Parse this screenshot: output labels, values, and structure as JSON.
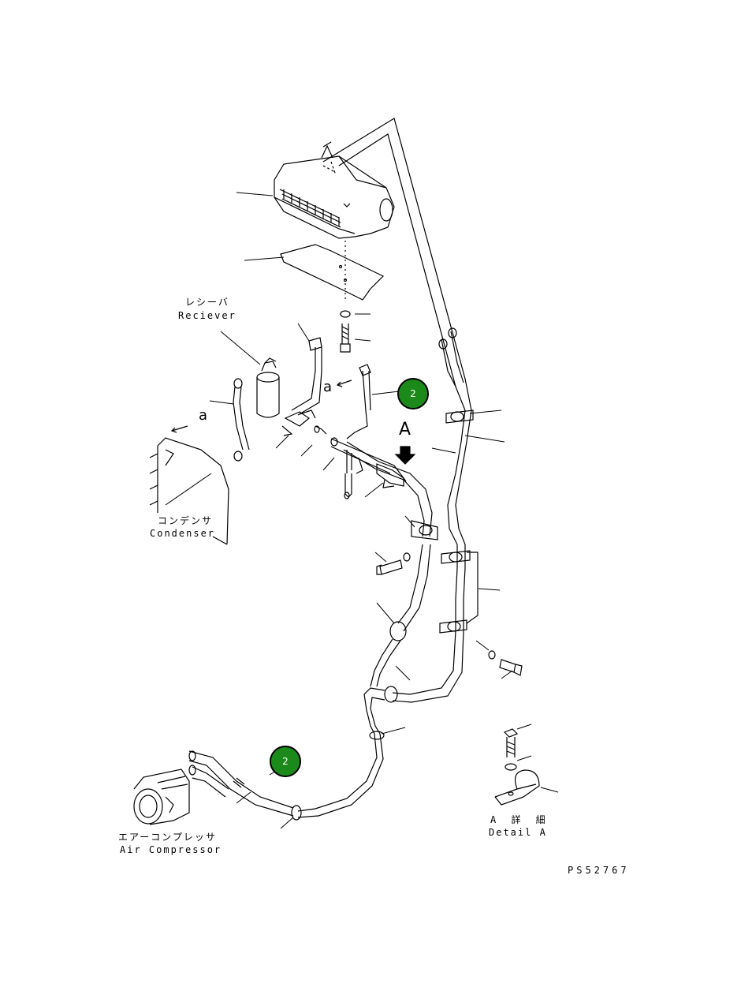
{
  "labels": {
    "receiver_jp": "レシーバ",
    "receiver_en": "Reciever",
    "condenser_jp": "コンデンサ",
    "condenser_en": "Condenser",
    "compressor_jp": "エアーコンプレッサ",
    "compressor_en": "Air Compressor",
    "detail_jp": "A 詳 細",
    "detail_en": "Detail A",
    "view_a": "A",
    "marker_a1": "a",
    "marker_a2": "a",
    "drawing_ref": "PS52767"
  },
  "callouts": [
    {
      "number": "2"
    },
    {
      "number": "2"
    }
  ],
  "colors": {
    "callout_fill": "#1b8a1b",
    "line": "#000000"
  }
}
